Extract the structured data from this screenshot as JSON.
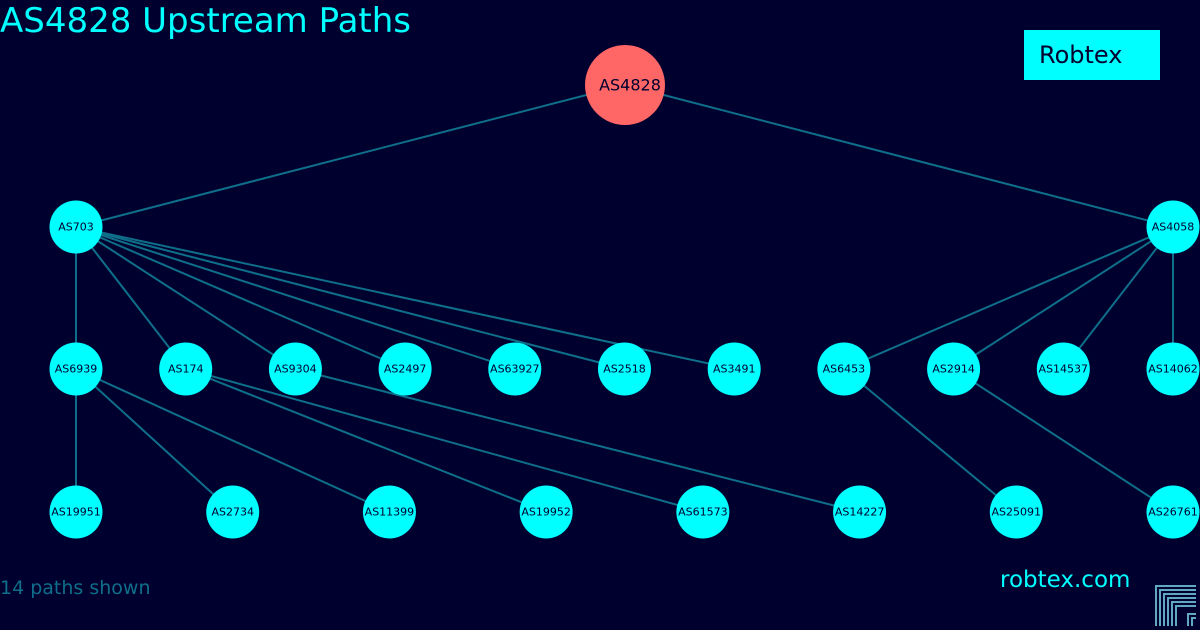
{
  "title": "AS4828 Upstream Paths",
  "brand": "Robtex",
  "footer": {
    "paths_text": "14 paths shown",
    "site": "robtex.com"
  },
  "colors": {
    "background": "#00002e",
    "node": "#00ffff",
    "root_node": "#ff6666",
    "edge": "#0f6f8a",
    "label": "#00002e"
  },
  "graph": {
    "nodes": [
      {
        "id": "AS4828",
        "label": "AS4828",
        "level": 0,
        "root": true
      },
      {
        "id": "AS703",
        "label": "AS703",
        "level": 1
      },
      {
        "id": "AS4058",
        "label": "AS4058",
        "level": 1
      },
      {
        "id": "AS6939",
        "label": "AS6939",
        "level": 2
      },
      {
        "id": "AS174",
        "label": "AS174",
        "level": 2
      },
      {
        "id": "AS9304",
        "label": "AS9304",
        "level": 2
      },
      {
        "id": "AS2497",
        "label": "AS2497",
        "level": 2
      },
      {
        "id": "AS63927",
        "label": "AS63927",
        "level": 2
      },
      {
        "id": "AS2518",
        "label": "AS2518",
        "level": 2
      },
      {
        "id": "AS3491",
        "label": "AS3491",
        "level": 2
      },
      {
        "id": "AS6453",
        "label": "AS6453",
        "level": 2
      },
      {
        "id": "AS2914",
        "label": "AS2914",
        "level": 2
      },
      {
        "id": "AS14537",
        "label": "AS14537",
        "level": 2
      },
      {
        "id": "AS14062",
        "label": "AS14062",
        "level": 2
      },
      {
        "id": "AS19951",
        "label": "AS19951",
        "level": 3
      },
      {
        "id": "AS2734",
        "label": "AS2734",
        "level": 3
      },
      {
        "id": "AS11399",
        "label": "AS11399",
        "level": 3
      },
      {
        "id": "AS19952",
        "label": "AS19952",
        "level": 3
      },
      {
        "id": "AS61573",
        "label": "AS61573",
        "level": 3
      },
      {
        "id": "AS14227",
        "label": "AS14227",
        "level": 3
      },
      {
        "id": "AS25091",
        "label": "AS25091",
        "level": 3
      },
      {
        "id": "AS26761",
        "label": "AS26761",
        "level": 3
      }
    ],
    "edges": [
      [
        "AS4828",
        "AS703"
      ],
      [
        "AS4828",
        "AS4058"
      ],
      [
        "AS703",
        "AS6939"
      ],
      [
        "AS703",
        "AS174"
      ],
      [
        "AS703",
        "AS9304"
      ],
      [
        "AS703",
        "AS2497"
      ],
      [
        "AS703",
        "AS63927"
      ],
      [
        "AS703",
        "AS2518"
      ],
      [
        "AS703",
        "AS3491"
      ],
      [
        "AS4058",
        "AS6453"
      ],
      [
        "AS4058",
        "AS2914"
      ],
      [
        "AS4058",
        "AS14537"
      ],
      [
        "AS4058",
        "AS14062"
      ],
      [
        "AS6939",
        "AS19951"
      ],
      [
        "AS6939",
        "AS2734"
      ],
      [
        "AS6939",
        "AS11399"
      ],
      [
        "AS174",
        "AS19952"
      ],
      [
        "AS174",
        "AS61573"
      ],
      [
        "AS9304",
        "AS14227"
      ],
      [
        "AS6453",
        "AS25091"
      ],
      [
        "AS2914",
        "AS26761"
      ]
    ]
  }
}
